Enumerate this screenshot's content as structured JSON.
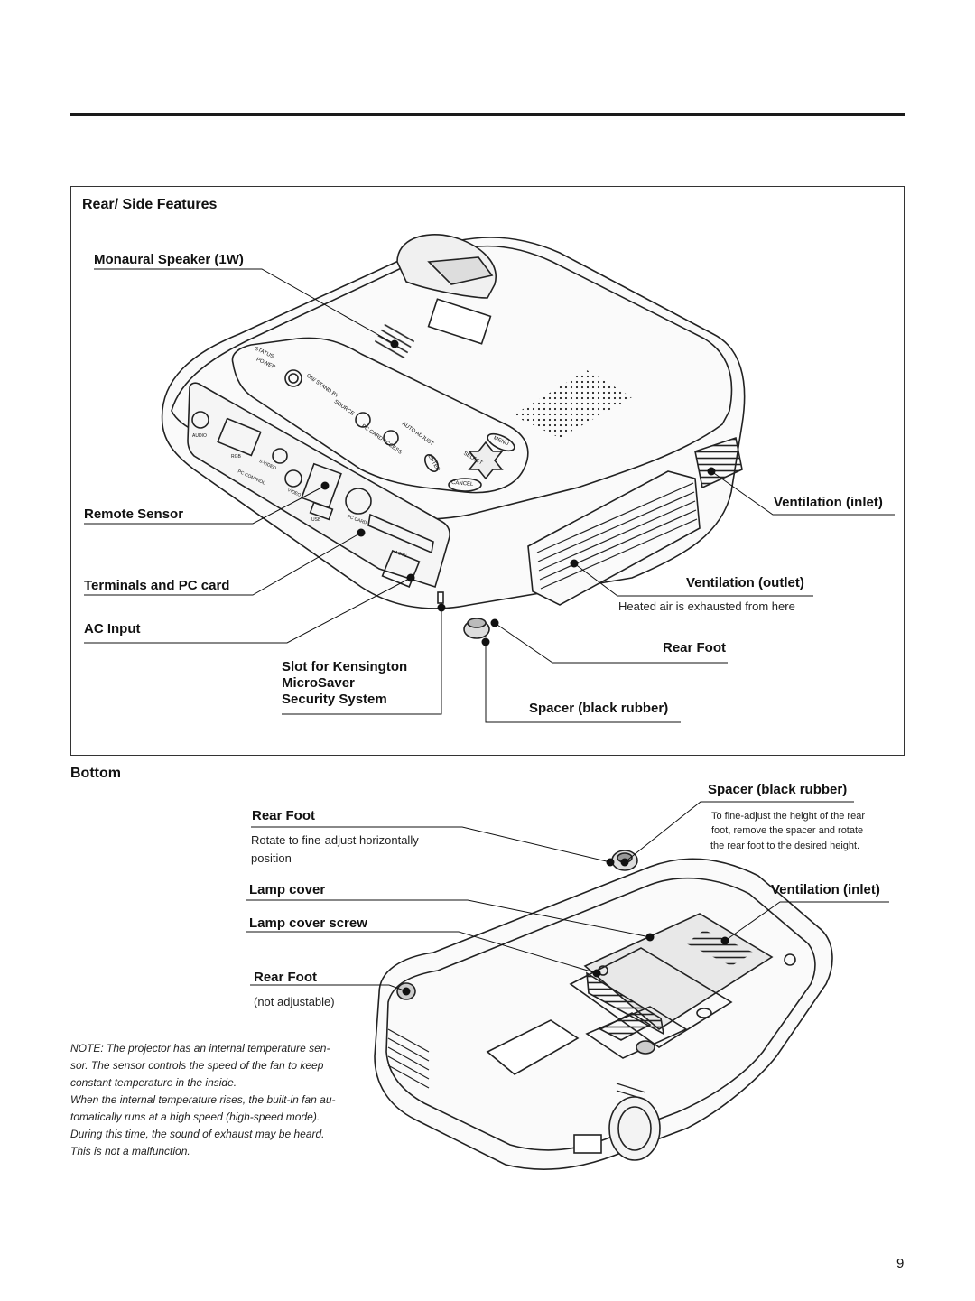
{
  "page_number": "9",
  "rear_side": {
    "heading": "Rear/ Side Features",
    "monaural_speaker": "Monaural Speaker (1W)",
    "remote_sensor": "Remote Sensor",
    "terminals_pc_card": "Terminals and PC card",
    "ac_input": "AC Input",
    "kensington_line1": "Slot for Kensington",
    "kensington_line2": "MicroSaver",
    "kensington_line3": "Security System",
    "ventilation_inlet": "Ventilation (inlet)",
    "ventilation_outlet": "Ventilation (outlet)",
    "ventilation_outlet_note": "Heated air is exhausted from here",
    "rear_foot": "Rear Foot",
    "spacer": "Spacer (black rubber)",
    "panel_labels": {
      "status": "STATUS",
      "power": "POWER",
      "on_standby": "ON/ STAND BY",
      "source": "SOURCE",
      "auto_adjust": "AUTO ADJUST",
      "pc_card_access": "PC CARD ACCESS",
      "menu": "MENU",
      "select": "SELECT",
      "enter": "ENTER",
      "cancel": "CANCEL",
      "audio": "AUDIO",
      "rgb": "RGB",
      "s_video": "S-VIDEO",
      "pc_control": "PC CONTROL",
      "video": "VIDEO",
      "usb": "USB",
      "pc_card": "PC CARD",
      "ac_in": "AC IN"
    }
  },
  "bottom": {
    "heading": "Bottom",
    "spacer": "Spacer (black rubber)",
    "spacer_note_1": "To fine-adjust the height of the rear",
    "spacer_note_2": "foot, remove the spacer and rotate",
    "spacer_note_3": "the rear foot to the desired height.",
    "rear_foot_adj": "Rear Foot",
    "rear_foot_adj_note_1": "Rotate to fine-adjust horizontally",
    "rear_foot_adj_note_2": "position",
    "lamp_cover": "Lamp cover",
    "lamp_cover_screw": "Lamp cover screw",
    "ventilation_inlet": "Ventilation (inlet)",
    "rear_foot_fixed": "Rear Foot",
    "rear_foot_fixed_note": "(not adjustable)"
  },
  "note": {
    "line1": "NOTE: The projector has an internal temperature sen-",
    "line2": "sor. The sensor controls the speed of the fan to keep",
    "line3": "constant temperature in the inside.",
    "line4": "When the internal temperature rises, the built-in fan au-",
    "line5": "tomatically runs at a high speed (high-speed mode).",
    "line6": "During this time, the sound of exhaust may be heard.",
    "line7": "This is not a malfunction."
  }
}
